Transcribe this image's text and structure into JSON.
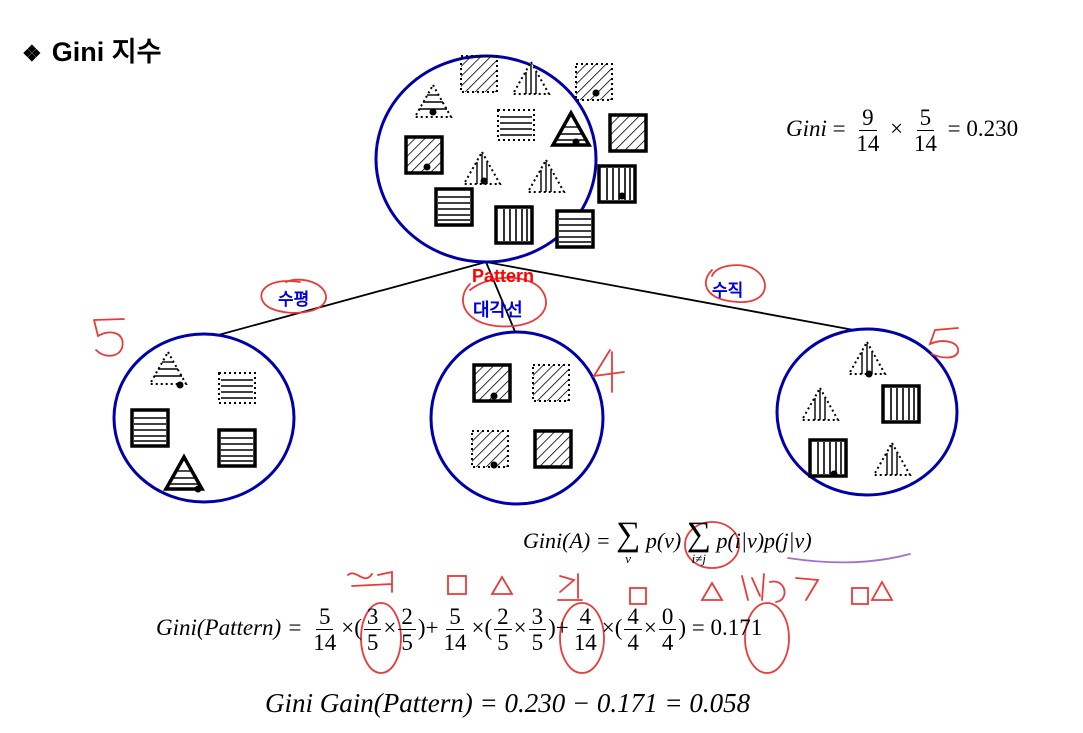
{
  "title": {
    "bullet": "❖",
    "text": "Gini 지수"
  },
  "branches": {
    "left": "수평",
    "center_top": "Pattern",
    "center_bottom": "대각선",
    "right": "수직"
  },
  "equations": {
    "root": {
      "lhs": "Gini",
      "num1": "9",
      "den1": "14",
      "op": "×",
      "num2": "5",
      "den2": "14",
      "result": "= 0.230"
    },
    "definition": {
      "lhs": "Gini(A) =",
      "sum1_sub": "v",
      "pv": "p(v)",
      "sum2_sub": "i≠j",
      "term": "p(i|v)p(j|v)"
    },
    "pattern": {
      "lhs": "Gini(Pattern) =",
      "w1n": "5",
      "w1d": "14",
      "a1n": "3",
      "a1d": "5",
      "b1n": "2",
      "b1d": "5",
      "w2n": "5",
      "w2d": "14",
      "a2n": "2",
      "a2d": "5",
      "b2n": "3",
      "b2d": "5",
      "w3n": "4",
      "w3d": "14",
      "a3n": "4",
      "a3d": "4",
      "b3n": "0",
      "b3d": "4",
      "result": "= 0.171"
    },
    "gain": {
      "text": "Gini Gain(Pattern) = 0.230 − 0.171 = 0.058"
    }
  },
  "handwriting": {
    "left_count": "5",
    "center_count": "4",
    "right_count": "5"
  },
  "colors": {
    "circle": "#0000aa",
    "annotation": "#e83c3c",
    "label_blue": "#0000dd",
    "label_red": "#ff0000"
  }
}
